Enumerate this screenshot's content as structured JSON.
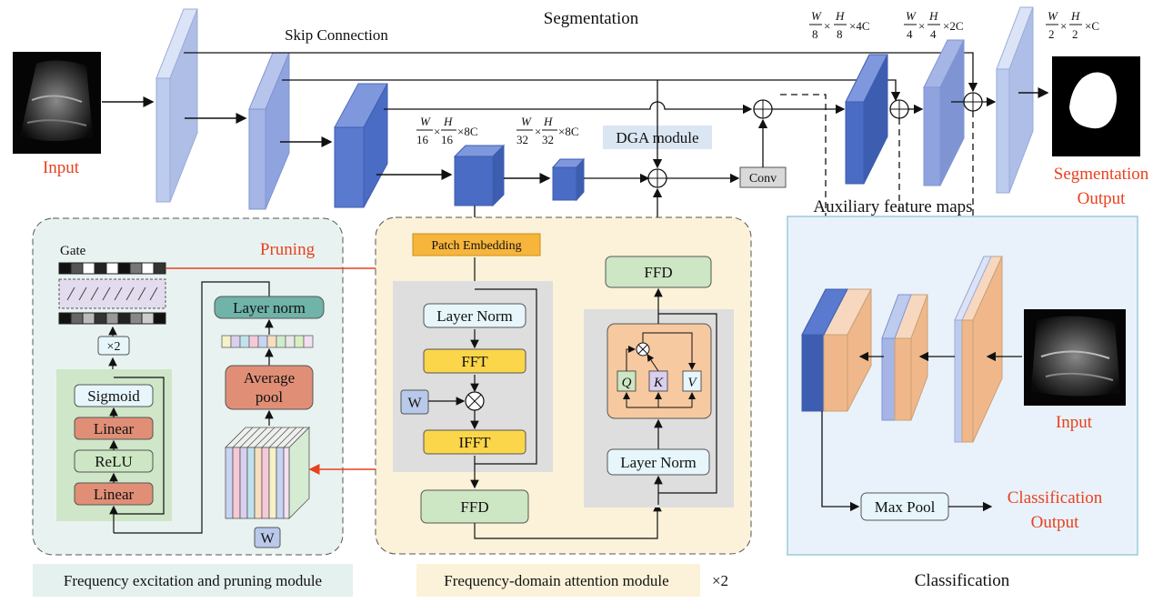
{
  "title": "Segmentation",
  "skip_label": "Skip Connection",
  "input_label": "Input",
  "seg_output": [
    "Segmentation",
    "Output"
  ],
  "dga_label": "DGA module",
  "conv_label": "Conv",
  "aux_label": "Auxiliary feature maps",
  "dims": {
    "d1": {
      "a": "W",
      "b": "16",
      "c": "H",
      "d": "16",
      "e": "×8C"
    },
    "d2": {
      "a": "W",
      "b": "32",
      "c": "H",
      "d": "32",
      "e": "×8C"
    },
    "d3": {
      "a": "W",
      "b": "8",
      "c": "H",
      "d": "8",
      "e": "×4C"
    },
    "d4": {
      "a": "W",
      "b": "4",
      "c": "H",
      "d": "4",
      "e": "×2C"
    },
    "d5": {
      "a": "W",
      "b": "2",
      "c": "H",
      "d": "2",
      "e": "×C"
    }
  },
  "pruning": {
    "title": "Pruning",
    "gate": "Gate",
    "times2": "×2",
    "sigmoid": "Sigmoid",
    "linear": "Linear",
    "relu": "ReLU",
    "layer_norm": "Layer norm",
    "avg_pool": [
      "Average",
      "pool"
    ],
    "w": "W",
    "caption": "Frequency excitation and pruning module"
  },
  "fda": {
    "patch_embedding": "Patch Embedding",
    "layer_norm": "Layer Norm",
    "fft": "FFT",
    "ifft": "IFFT",
    "ffd": "FFD",
    "w": "W",
    "q": "Q",
    "k": "K",
    "v": "V",
    "caption": "Frequency-domain attention  module",
    "repeat": "×2"
  },
  "cls": {
    "input": "Input",
    "max_pool": "Max Pool",
    "output": [
      "Classification",
      "Output"
    ],
    "caption": "Classification"
  },
  "colors": {
    "dark_blue": "#4a6cc4",
    "mid_blue": "#7c95d8",
    "light_blue": "#bccbee",
    "orange_accent": "#e8411e",
    "cream": "#fbf2d9",
    "mint": "#e8f3f1",
    "cls_bg": "#e9f2fa"
  }
}
